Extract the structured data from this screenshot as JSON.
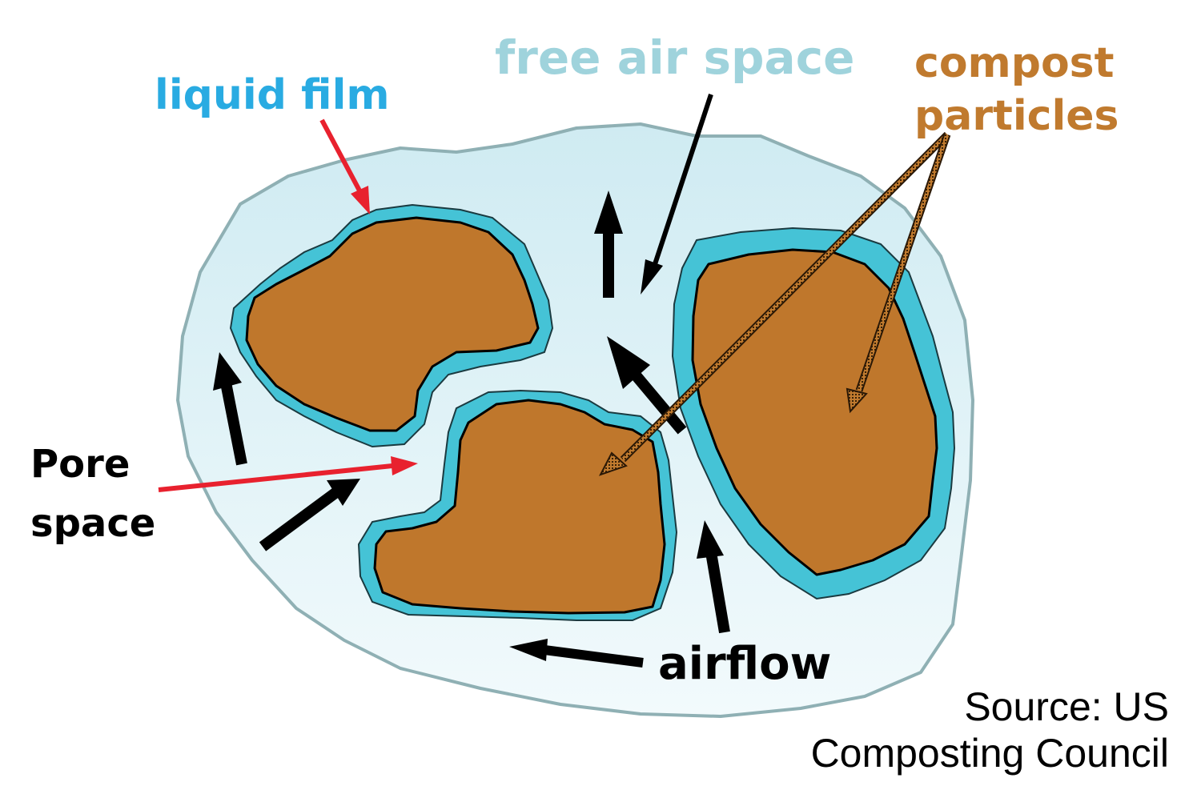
{
  "labels": {
    "liquid_film": "liquid film",
    "free_air_space": "free air space",
    "compost_line1": "compost",
    "compost_line2": "particles",
    "pore_line1": "Pore",
    "pore_line2": "space",
    "airflow": "airflow",
    "source_line1": "Source: US",
    "source_line2": "Composting Council"
  },
  "colors": {
    "air_space": "#d4eef4",
    "air_border": "#8fb0b4",
    "liquid_film": "#45c3d6",
    "particle": "#bf772c",
    "liquid_film_label": "#29abe2",
    "free_air_label": "#9fd3dc",
    "compost_label": "#c07a2e",
    "pointer_red": "#e8212e",
    "arrow_black": "#000000"
  },
  "icons": {
    "airflow_arrow": "arrow-icon",
    "pointer": "pointer-arrow-icon"
  }
}
